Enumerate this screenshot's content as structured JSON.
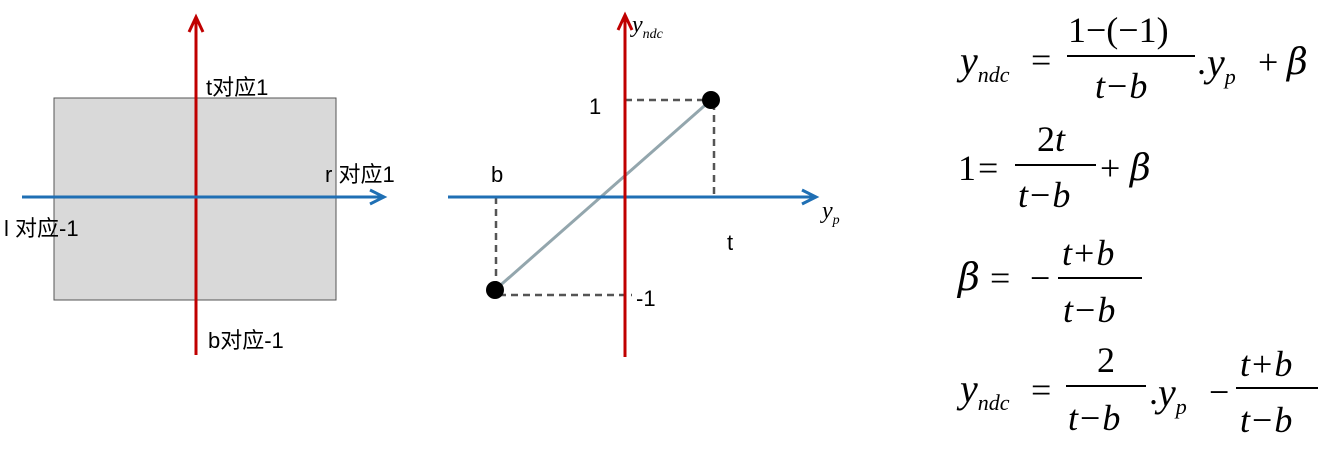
{
  "left_figure": {
    "top_label": "t对应1",
    "right_label": "r 对应1",
    "left_label": "l 对应-1",
    "bottom_label": "b对应-1"
  },
  "middle_figure": {
    "y_axis_label_main": "y",
    "y_axis_label_sub": "ndc",
    "x_axis_label_main": "y",
    "x_axis_label_sub": "p",
    "tick_1": "1",
    "tick_neg1": "-1",
    "tick_b": "b",
    "tick_t": "t"
  },
  "equations": {
    "eq1": {
      "lhs_main": "y",
      "lhs_sub": "ndc",
      "eq": "=",
      "numerator": "1−(−1)",
      "den_t": "t",
      "den_minus": "−",
      "den_b": "b",
      "dot": ".",
      "y": "y",
      "y_sub": "p",
      "plus": "+",
      "beta": "β"
    },
    "eq2": {
      "lhs": "1",
      "eq": "=",
      "num_2": "2",
      "num_t": "t",
      "den_t": "t",
      "den_minus": "−",
      "den_b": "b",
      "plus": "+",
      "beta": "β"
    },
    "eq3": {
      "beta": "β",
      "eq": "=",
      "minus": "−",
      "num_t": "t",
      "num_plus": "+",
      "num_b": "b",
      "den_t": "t",
      "den_minus": "−",
      "den_b": "b"
    },
    "eq4": {
      "lhs_main": "y",
      "lhs_sub": "ndc",
      "eq": "=",
      "num1": "2",
      "den1_t": "t",
      "den1_minus": "−",
      "den1_b": "b",
      "dot": ".",
      "y": "y",
      "y_sub": "p",
      "minus": "−",
      "num2_t": "t",
      "num2_plus": "+",
      "num2_b": "b",
      "den2_t": "t",
      "den2_minus": "−",
      "den2_b": "b"
    }
  },
  "colors": {
    "red_axis": "#c00000",
    "blue_axis": "#1f6fb4",
    "gray_line": "#93a6ad",
    "rect_fill": "#d9d9d9"
  }
}
